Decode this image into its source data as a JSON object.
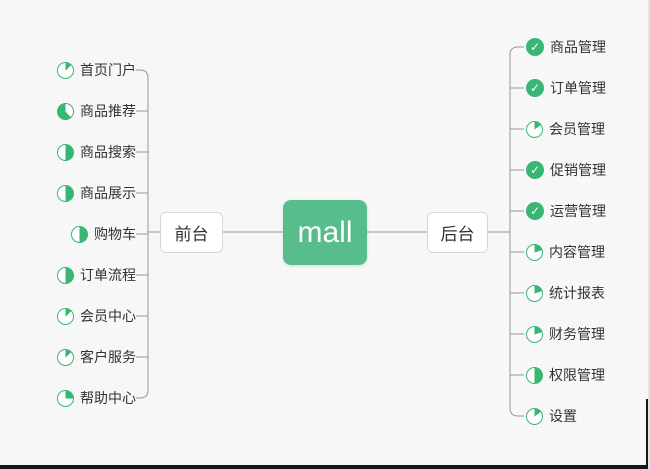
{
  "root": {
    "label": "mall"
  },
  "branches": [
    {
      "side": "left",
      "label": "前台",
      "items": [
        {
          "label": "首页门户",
          "icon": {
            "type": "pie",
            "green_from": 0,
            "green_to": 13
          }
        },
        {
          "label": "商品推荐",
          "icon": {
            "type": "pie",
            "green_from": 38,
            "green_to": 100
          }
        },
        {
          "label": "商品搜索",
          "icon": {
            "type": "pie",
            "green_from": 0,
            "green_to": 50
          }
        },
        {
          "label": "商品展示",
          "icon": {
            "type": "pie",
            "green_from": 0,
            "green_to": 50
          }
        },
        {
          "label": "购物车",
          "icon": {
            "type": "pie",
            "green_from": 0,
            "green_to": 50
          }
        },
        {
          "label": "订单流程",
          "icon": {
            "type": "pie",
            "green_from": 0,
            "green_to": 50
          }
        },
        {
          "label": "会员中心",
          "icon": {
            "type": "pie",
            "green_from": 0,
            "green_to": 13
          }
        },
        {
          "label": "客户服务",
          "icon": {
            "type": "pie",
            "green_from": 0,
            "green_to": 13
          }
        },
        {
          "label": "帮助中心",
          "icon": {
            "type": "pie",
            "green_from": 0,
            "green_to": 25
          }
        }
      ]
    },
    {
      "side": "right",
      "label": "后台",
      "items": [
        {
          "label": "商品管理",
          "icon": {
            "type": "check"
          }
        },
        {
          "label": "订单管理",
          "icon": {
            "type": "check"
          }
        },
        {
          "label": "会员管理",
          "icon": {
            "type": "pie",
            "green_from": 0,
            "green_to": 15
          }
        },
        {
          "label": "促销管理",
          "icon": {
            "type": "check"
          }
        },
        {
          "label": "运营管理",
          "icon": {
            "type": "check"
          }
        },
        {
          "label": "内容管理",
          "icon": {
            "type": "pie",
            "green_from": 0,
            "green_to": 20
          }
        },
        {
          "label": "统计报表",
          "icon": {
            "type": "pie",
            "green_from": 0,
            "green_to": 20
          }
        },
        {
          "label": "财务管理",
          "icon": {
            "type": "pie",
            "green_from": 0,
            "green_to": 20
          }
        },
        {
          "label": "权限管理",
          "icon": {
            "type": "pie",
            "green_from": 0,
            "green_to": 50
          }
        },
        {
          "label": "设置",
          "icon": {
            "type": "pie",
            "green_from": 0,
            "green_to": 15
          }
        }
      ]
    }
  ],
  "icons": {
    "check_glyph": "✓"
  },
  "colors": {
    "background": "#f7f7f8",
    "icon_green": "#38b674",
    "root_green": "#57be8b",
    "line": "#979797",
    "text": "#333333",
    "node_border": "#d8d8d8",
    "root_text": "#ffffff",
    "window_edge": "#17181c"
  }
}
